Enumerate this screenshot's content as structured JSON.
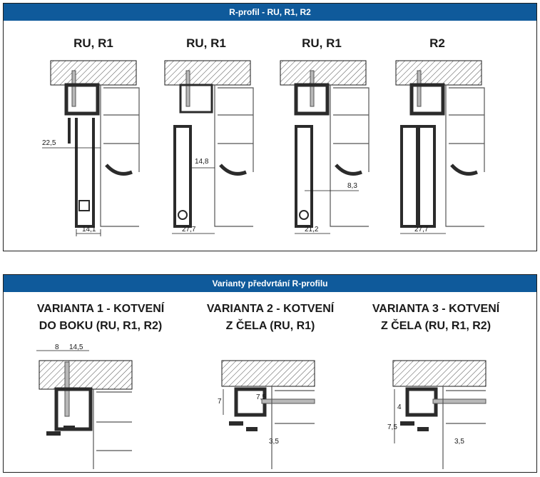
{
  "top_panel": {
    "title": "R-profil - RU, R1, R2",
    "profiles": [
      {
        "label": "RU, R1",
        "dims": [
          "22,5",
          "14,1"
        ]
      },
      {
        "label": "RU, R1",
        "dims": [
          "14,8",
          "27,7"
        ]
      },
      {
        "label": "RU, R1",
        "dims": [
          "8,3",
          "21,2"
        ]
      },
      {
        "label": "R2",
        "dims": [
          "27,7"
        ]
      }
    ]
  },
  "bottom_panel": {
    "title": "Varianty předvrtání R-profilu",
    "variants": [
      {
        "line1": "VARIANTA 1 - KOTVENÍ",
        "line2": "DO BOKU (RU, R1, R2)",
        "dims": [
          "8",
          "14,5"
        ]
      },
      {
        "line1": "VARIANTA 2 - KOTVENÍ",
        "line2": "Z ČELA (RU, R1)",
        "dims": [
          "7",
          "7,5",
          "3,5"
        ]
      },
      {
        "line1": "VARIANTA 3 - KOTVENÍ",
        "line2": "Z ČELA (RU, R1, R2)",
        "dims": [
          "4",
          "7,5",
          "3,5"
        ]
      }
    ]
  },
  "colors": {
    "banner": "#0f5a9b",
    "profile": "#2b2b2b",
    "line": "#1a1a1a"
  }
}
